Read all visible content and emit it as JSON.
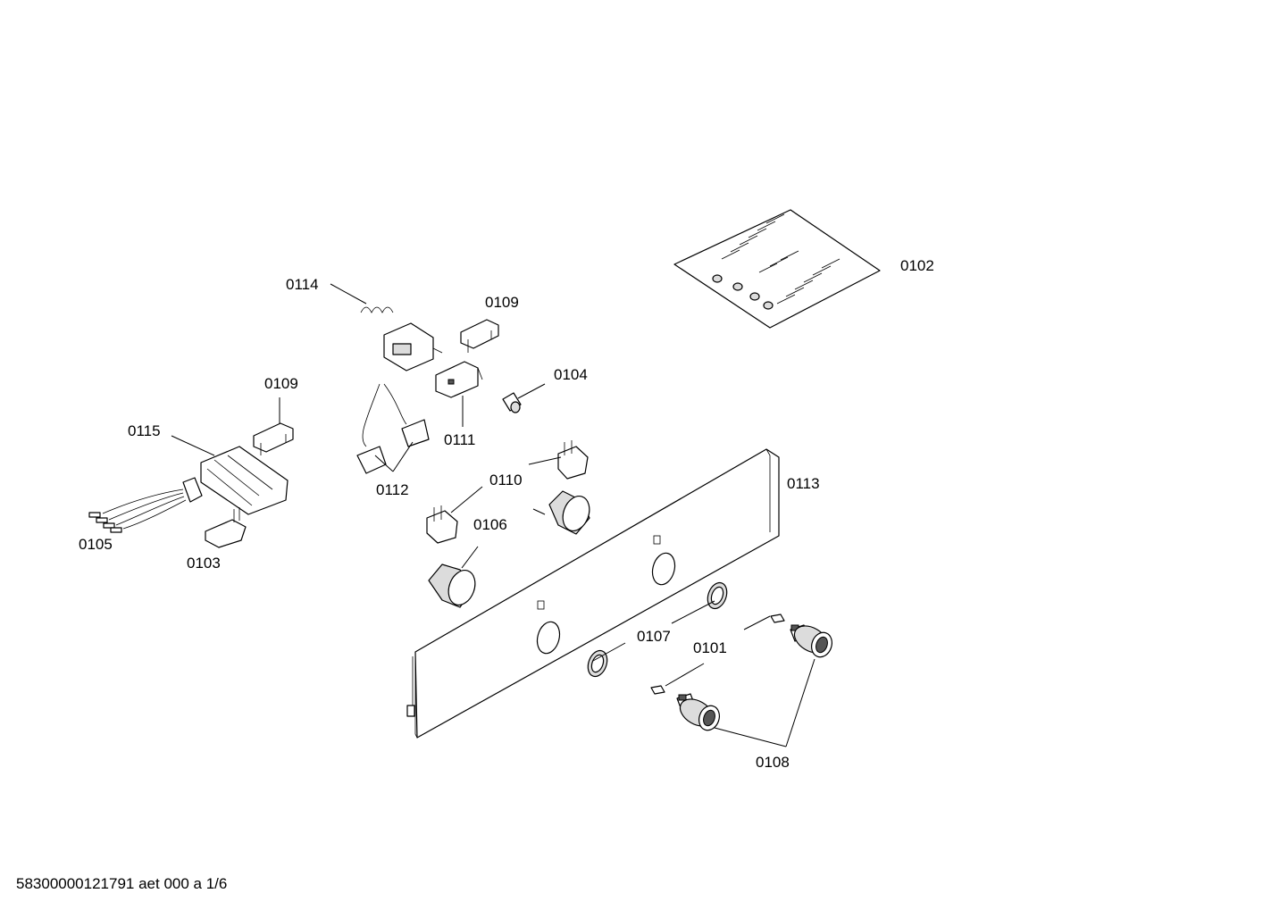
{
  "labels": {
    "p0101": "0101",
    "p0102": "0102",
    "p0103": "0103",
    "p0104": "0104",
    "p0105": "0105",
    "p0106": "0106",
    "p0107": "0107",
    "p0108": "0108",
    "p0109a": "0109",
    "p0109b": "0109",
    "p0110": "0110",
    "p0111": "0111",
    "p0112": "0112",
    "p0113": "0113",
    "p0114": "0114",
    "p0115": "0115"
  },
  "footer": "58300000121791 aet 000 a 1/6"
}
